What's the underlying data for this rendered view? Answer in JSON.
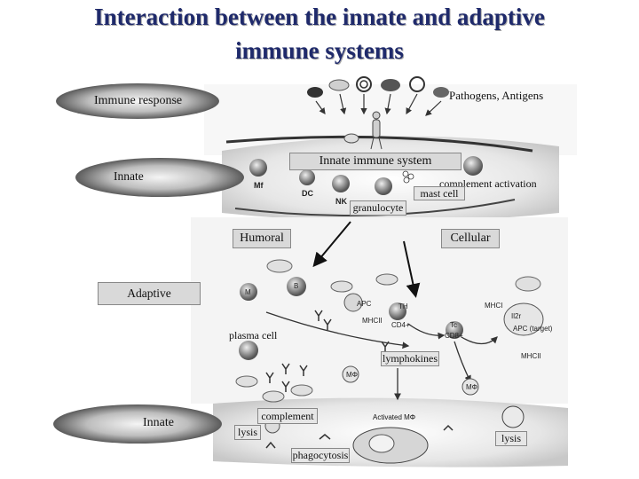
{
  "title": {
    "line1": "Interaction between the innate and adaptive",
    "line2": "immune systems"
  },
  "left_labels": {
    "immune_response": "Immune response",
    "innate_top": "Innate",
    "adaptive": "Adaptive",
    "innate_bottom": "Innate"
  },
  "labels": {
    "pathogens": "Pathogens, Antigens",
    "innate_immune_system": "Innate immune system",
    "complement_activation": "complement activation",
    "mast_cell": "mast cell",
    "granulocyte": "granulocyte",
    "humoral": "Humoral",
    "cellular": "Cellular",
    "plasma_cell": "plasma cell",
    "lymphokines": "lymphokines",
    "complement": "complement",
    "lysis_left": "lysis",
    "lysis_right": "lysis",
    "phagocytosis": "phagocytosis",
    "activated_mphi": "Activated  MΦ"
  },
  "cell_labels": {
    "mf": "Mf",
    "dc": "DC",
    "nk": "NK",
    "m_cell": "M",
    "b_cell": "B",
    "apc": "APC",
    "mhcii_a": "MHCII",
    "cd4": "CD4+",
    "th": "TH",
    "mhci": "MHCI",
    "il2r": "Il2r",
    "apc_target": "APC (target)",
    "cd8": "CD8+",
    "tc": "Tc",
    "mhcii_b": "MHCII",
    "mphi_a": "MΦ",
    "mphi_b": "MΦ"
  }
}
